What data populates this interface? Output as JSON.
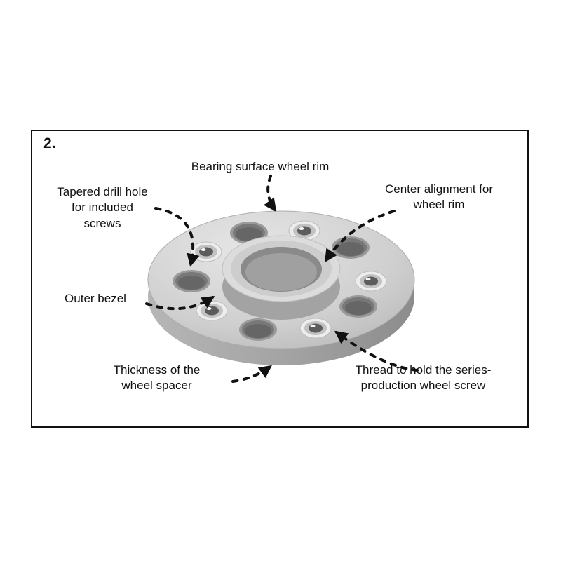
{
  "figure": {
    "number": "2.",
    "labels": {
      "bearing_surface": "Bearing surface wheel rim",
      "tapered_drill_hole": "Tapered drill hole\nfor included\nscrews",
      "center_alignment": "Center alignment for\nwheel rim",
      "outer_bezel": "Outer bezel",
      "thickness": "Thickness of the\nwheel spacer",
      "thread": "Thread to hold the series-\nproduction wheel screw"
    },
    "colors": {
      "frame_border": "#111111",
      "arrow": "#111111",
      "disc_light": "#e6e6e6",
      "disc_mid": "#cfcfcf",
      "disc_dark": "#8f8f8f",
      "hole_dark": "#686868",
      "insert_bright": "#ededed"
    }
  }
}
